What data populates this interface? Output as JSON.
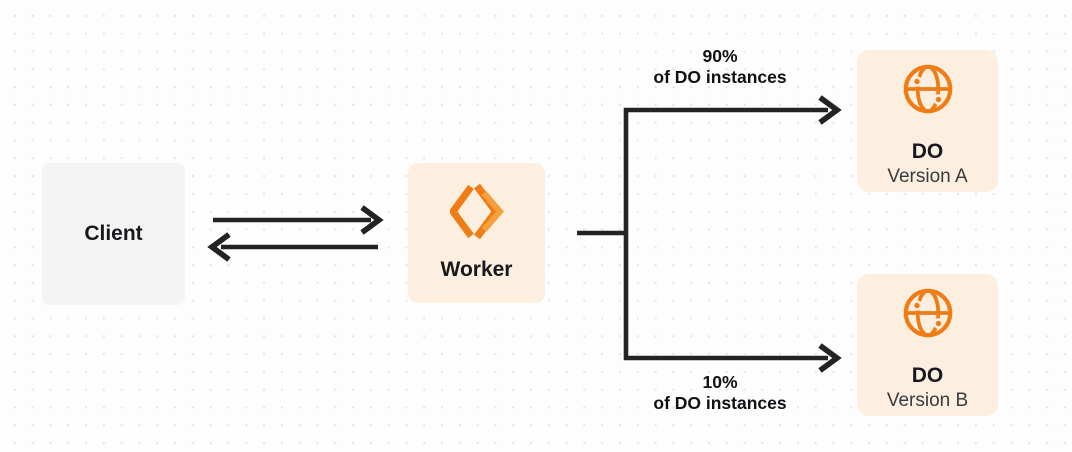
{
  "nodes": {
    "client": {
      "label": "Client"
    },
    "worker": {
      "label": "Worker",
      "icon": "cloudflare-workers-logo"
    },
    "do_version_a": {
      "title": "DO",
      "subtitle": "Version A",
      "icon": "durable-object-globe"
    },
    "do_version_b": {
      "title": "DO",
      "subtitle": "Version B",
      "icon": "durable-object-globe"
    }
  },
  "edges": {
    "client_worker": {
      "type": "bidirectional-arrows"
    },
    "worker_to_do_a": {
      "percent": "90%",
      "caption": "of DO instances"
    },
    "worker_to_do_b": {
      "percent": "10%",
      "caption": "of DO instances"
    }
  },
  "colors": {
    "accent_orange": "#EF7C14",
    "accent_orange_light": "#F5A03D",
    "node_cream_bg": "#FCEFDF",
    "node_gray_bg": "#F4F4F5",
    "connector": "#232323",
    "text_primary": "#18191D",
    "text_secondary": "#3A3B40",
    "dot_grid": "#E3E3E4",
    "background": "#FDFDFD"
  }
}
